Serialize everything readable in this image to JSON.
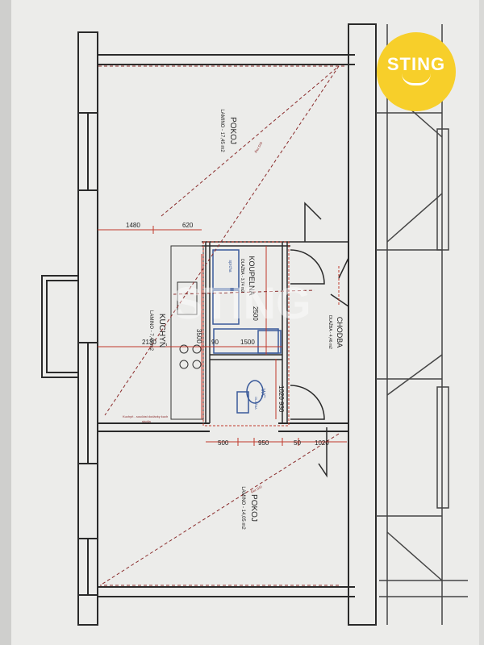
{
  "rooms": {
    "pokoj_top": {
      "name": "POKOJ",
      "floor": "LAMINO - 17,45 m2"
    },
    "kuchyn": {
      "name": "KUCHYŇ",
      "floor": "LAMINO - 7,45 m2"
    },
    "koupelna": {
      "name": "KOUPELNA",
      "floor": "DLAŽBA - 3,74 m2"
    },
    "chodba": {
      "name": "CHODBA",
      "floor": "DLAŽBA - 4,46 m2"
    },
    "wc": {
      "name": "WC",
      "floor": "DLAŽBA"
    },
    "pokoj_bottom": {
      "name": "POKOJ",
      "floor": "LAMINO - 14,05 m2"
    }
  },
  "dimensions": {
    "d1480": "1480",
    "d620": "620",
    "d2130": "2130",
    "d3500": "3500",
    "d90": "90",
    "d1500": "1500",
    "d2500": "2500",
    "d1020": "1020",
    "d930": "930",
    "d500": "500",
    "d950": "950",
    "d50": "50",
    "d1020b": "1020"
  },
  "notes": {
    "kitchen_note_1": "Kuchyň - součást dodávky kuch",
    "kitchen_note_2": "studia",
    "diag_top": "Řez D/D",
    "diag_bottom": "Řez D/D",
    "sprcha": "sprcha"
  },
  "watermark": "STING",
  "logo": {
    "text": "STING",
    "bg": "#f7cf2a"
  },
  "colors": {
    "paper": "#ececea",
    "wall": "#2a2a2a",
    "dim_red": "#c0392b",
    "fixture_blue": "#3a5a9a"
  }
}
